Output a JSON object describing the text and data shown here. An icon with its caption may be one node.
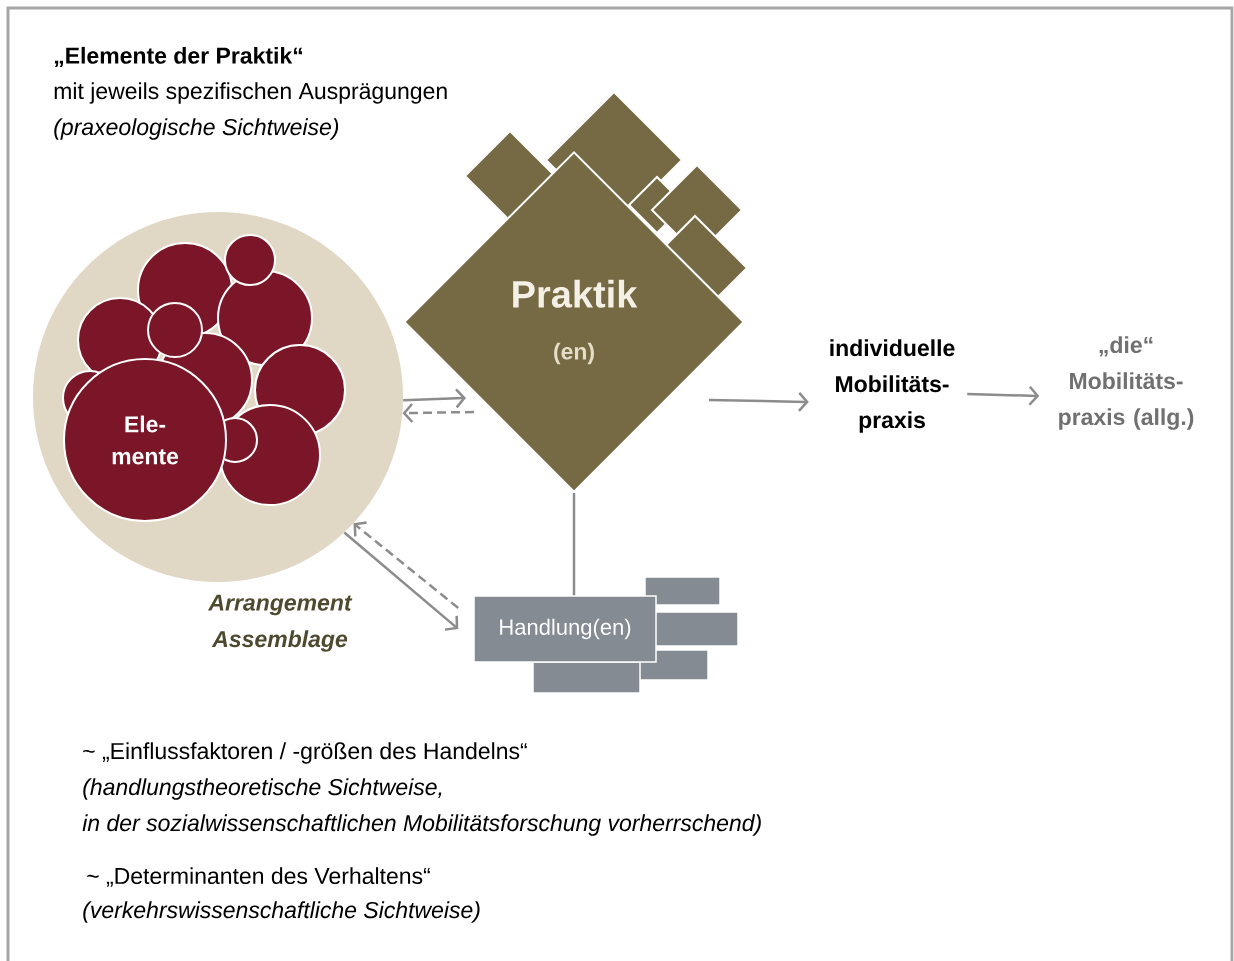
{
  "diagram": {
    "nodes": [
      {
        "text": [],
        "shape": "circle"
      },
      {
        "text": [
          "Ele- mente"
        ],
        "in": 0
      },
      {
        "text": [
          "Praktik",
          "(en)"
        ]
      },
      {
        "text": [
          "Handlung(en)"
        ]
      },
      {
        "text": [
          "individuelle Mobilitäts- praxis"
        ]
      },
      {
        "text": [
          "„die“ Mobilitäts- praxis (allg.)"
        ]
      }
    ],
    "edges": [
      {
        "from": 0,
        "to": 2,
        "arrow": "to"
      },
      {
        "from": 2,
        "to": 0,
        "arrow": "to",
        "style": "dashed"
      },
      {
        "from": 0,
        "to": 3,
        "arrow": "to"
      },
      {
        "from": 3,
        "to": 0,
        "arrow": "to",
        "style": "dashed"
      },
      {
        "from": 2,
        "to": 3,
        "arrow": "none"
      },
      {
        "from": 2,
        "to": 4,
        "arrow": "to"
      },
      {
        "from": 4,
        "to": 5,
        "arrow": "to"
      }
    ],
    "labels": [
      "„Elemente der Praktik“",
      "mit jeweils spezifischen Ausprägungen",
      "(praxeologische Sichtweise)",
      "Arrangement",
      "Assemblage",
      "~ „Einflussfaktoren / -größen des Handelns“",
      "(handlungstheoretische Sichtweise,",
      "in der sozialwissenschaftlichen Mobilitätsforschung vorherrschend)",
      "~ „Determinanten des Verhaltens“",
      "(verkehrswissenschaftliche Sichtweise)"
    ]
  }
}
